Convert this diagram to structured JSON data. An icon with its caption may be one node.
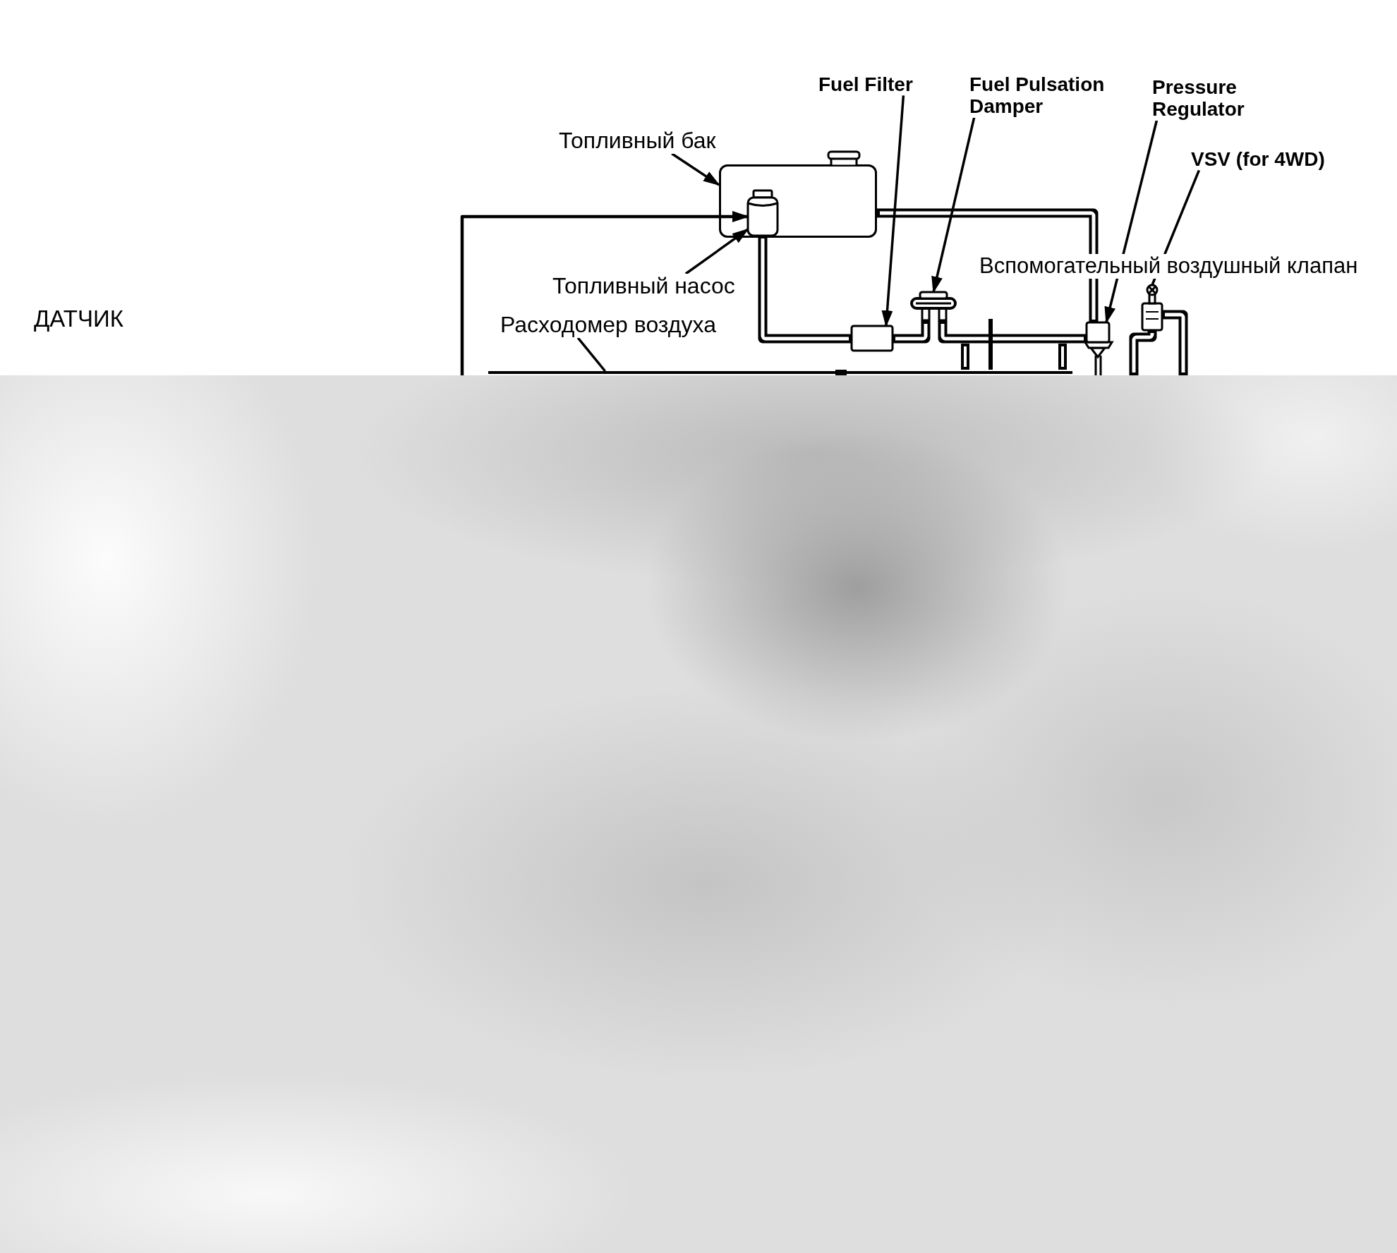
{
  "diagram": {
    "nodes": [
      {
        "text": [
          "Fuel Filter"
        ]
      },
      {
        "text": [
          "Fuel Pulsation Damper"
        ]
      },
      {
        "text": [
          "Pressure Regulator"
        ]
      },
      {
        "text": [
          "Топливный бак"
        ]
      },
      {
        "text": [
          "VSV (for 4WD)"
        ]
      },
      {
        "text": [],
        "shape": "box"
      },
      {
        "text": [],
        "shape": "cylinder",
        "in": 5
      },
      {
        "text": [
          "Топливный насос"
        ]
      },
      {
        "text": [
          "Расходомер воздуха"
        ]
      },
      {
        "text": [],
        "shape": "box"
      },
      {
        "text": [],
        "shape": "picture"
      },
      {
        "text": [],
        "shape": "picture"
      },
      {
        "text": [],
        "shape": "box"
      },
      {
        "text": [],
        "shape": "bar"
      }
    ],
    "edges": [
      {
        "from": 3,
        "to": 5,
        "arrow": "to"
      },
      {
        "from": 7,
        "to": 6,
        "arrow": "to"
      },
      {
        "from": 8,
        "to": 13,
        "arrow": "none"
      },
      {
        "from": 0,
        "to": 9,
        "arrow": "to"
      },
      {
        "from": 1,
        "to": 10,
        "arrow": "to"
      },
      {
        "from": 2,
        "to": 11,
        "arrow": "to"
      },
      {
        "from": 4,
        "to": 12,
        "arrow": "none"
      },
      {
        "from": null,
        "to": 6,
        "arrow": "to"
      },
      {
        "from": 6,
        "to": 9,
        "arrow": "none",
        "style": "thick"
      },
      {
        "from": 9,
        "to": 10,
        "arrow": "none",
        "style": "thick"
      },
      {
        "from": 10,
        "to": 11,
        "arrow": "none",
        "style": "thick"
      },
      {
        "from": 11,
        "to": 5,
        "arrow": "none",
        "style": "thick"
      },
      {
        "from": 12,
        "to": null,
        "arrow": "none",
        "style": "thick"
      },
      {
        "from": 12,
        "to": null,
        "arrow": "none",
        "style": "thick"
      }
    ],
    "labels": [
      "Вспомогательный воздушный клапан",
      "ДАТЧИК"
    ]
  }
}
